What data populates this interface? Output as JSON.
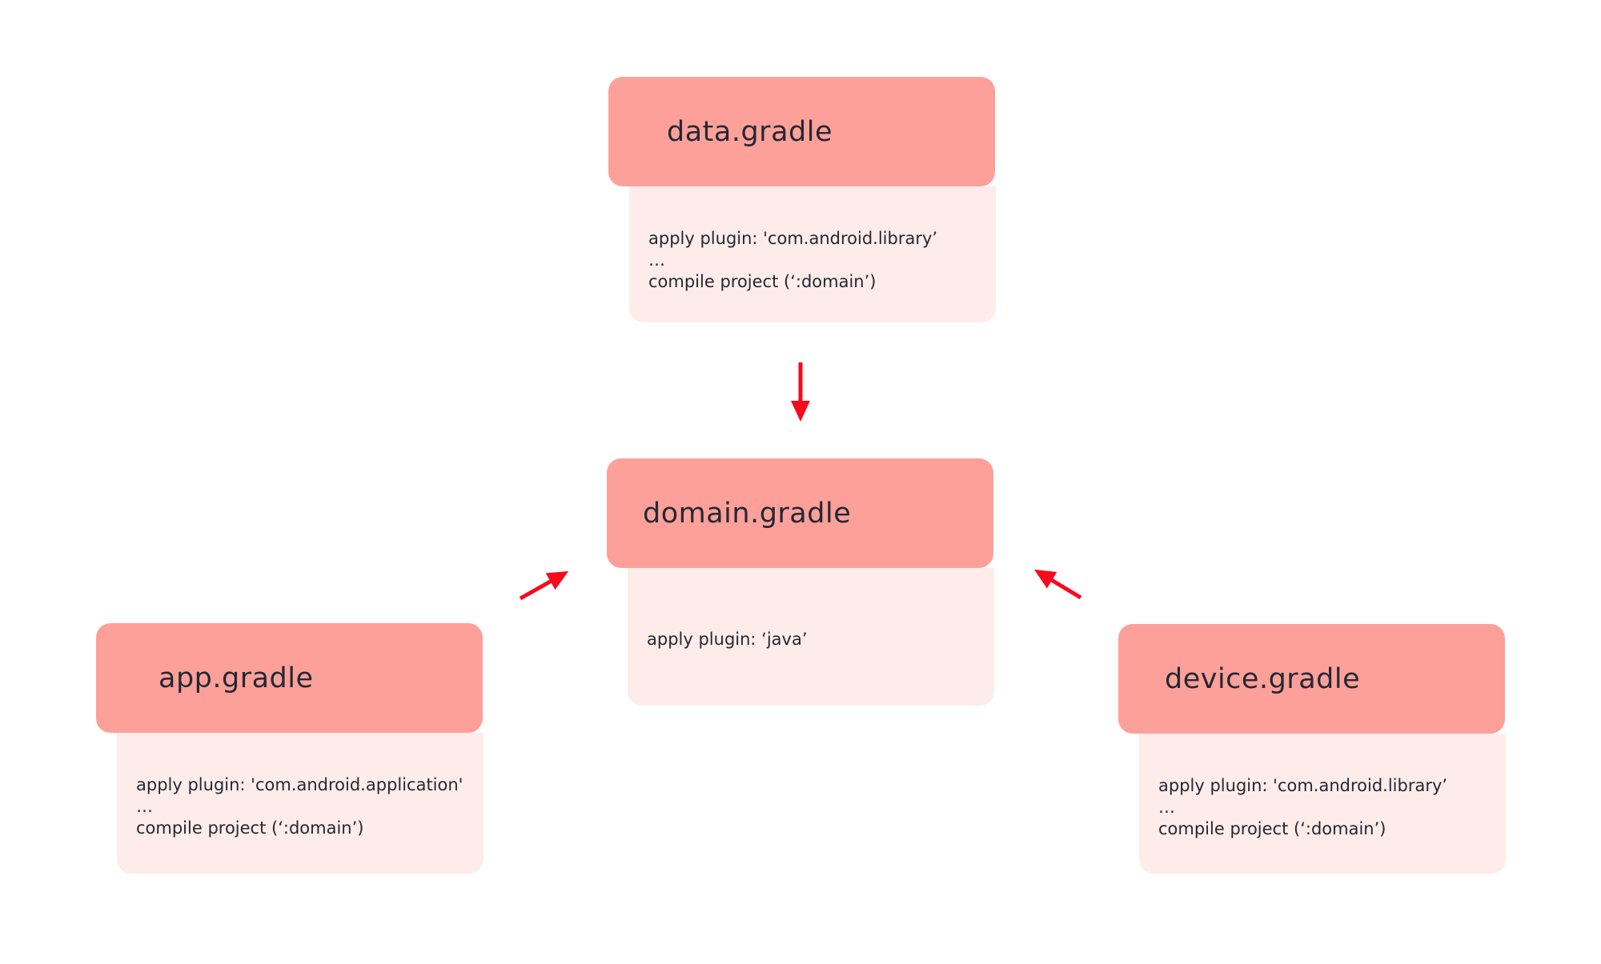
{
  "diagram": {
    "cards": [
      {
        "id": "data-gradle",
        "title": "data.gradle",
        "lines": [
          "apply plugin: 'com.android.library’",
          "…",
          "compile project (‘:domain’)"
        ]
      },
      {
        "id": "domain-gradle",
        "title": "domain.gradle",
        "lines": [
          "apply plugin: ‘java’"
        ]
      },
      {
        "id": "app-gradle",
        "title": "app.gradle",
        "lines": [
          "apply plugin: 'com.android.application'",
          "…",
          "compile project (‘:domain’)"
        ]
      },
      {
        "id": "device-gradle",
        "title": "device.gradle",
        "lines": [
          "apply plugin: 'com.android.library’",
          "…",
          "compile project (‘:domain’)"
        ]
      }
    ],
    "arrows": [
      {
        "name": "arrow-data-to-domain",
        "direction": "down"
      },
      {
        "name": "arrow-app-to-domain",
        "direction": "up-right"
      },
      {
        "name": "arrow-device-to-domain",
        "direction": "up-left"
      }
    ]
  },
  "colors": {
    "card-header": "#FDA09A",
    "card-body": "#FDECEA",
    "text": "#242933",
    "arrow": "#F70A1E",
    "background": "#FFFFFF"
  }
}
